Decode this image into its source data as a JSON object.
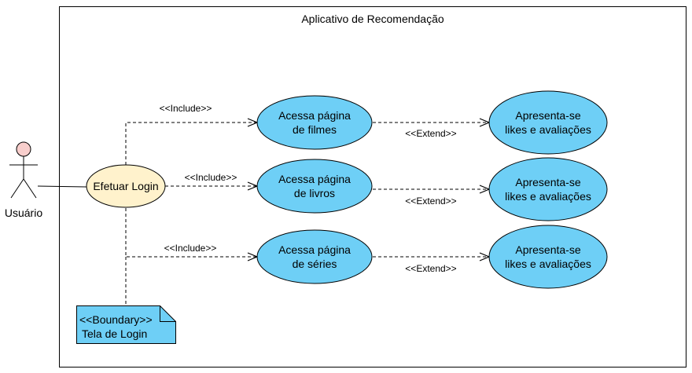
{
  "system": {
    "title": "Aplicativo de Recomendação"
  },
  "actor": {
    "name": "Usuário"
  },
  "login": {
    "label": "Efetuar Login"
  },
  "boundary": {
    "stereotype": "<<Boundary>>",
    "name": "Tela de Login"
  },
  "pages": [
    {
      "line1": "Acessa página",
      "line2": "de filmes",
      "include_label": "<<Include>>"
    },
    {
      "line1": "Acessa página",
      "line2": "de livros",
      "include_label": "<<Include>>"
    },
    {
      "line1": "Acessa página",
      "line2": "de séries",
      "include_label": "<<Include>>"
    }
  ],
  "results": [
    {
      "line1": "Apresenta-se",
      "line2": "likes e avaliações",
      "extend_label": "<<Extend>>"
    },
    {
      "line1": "Apresenta-se",
      "line2": "likes e avaliações",
      "extend_label": "<<Extend>>"
    },
    {
      "line1": "Apresenta-se",
      "line2": "likes e avaliações",
      "extend_label": "<<Extend>>"
    }
  ],
  "colors": {
    "usecase_fill": "#6ECFF6",
    "login_fill": "#FFF2CC",
    "actor_head_fill": "#F8CECC",
    "note_fill": "#6ECFF6",
    "stroke": "#000000"
  }
}
